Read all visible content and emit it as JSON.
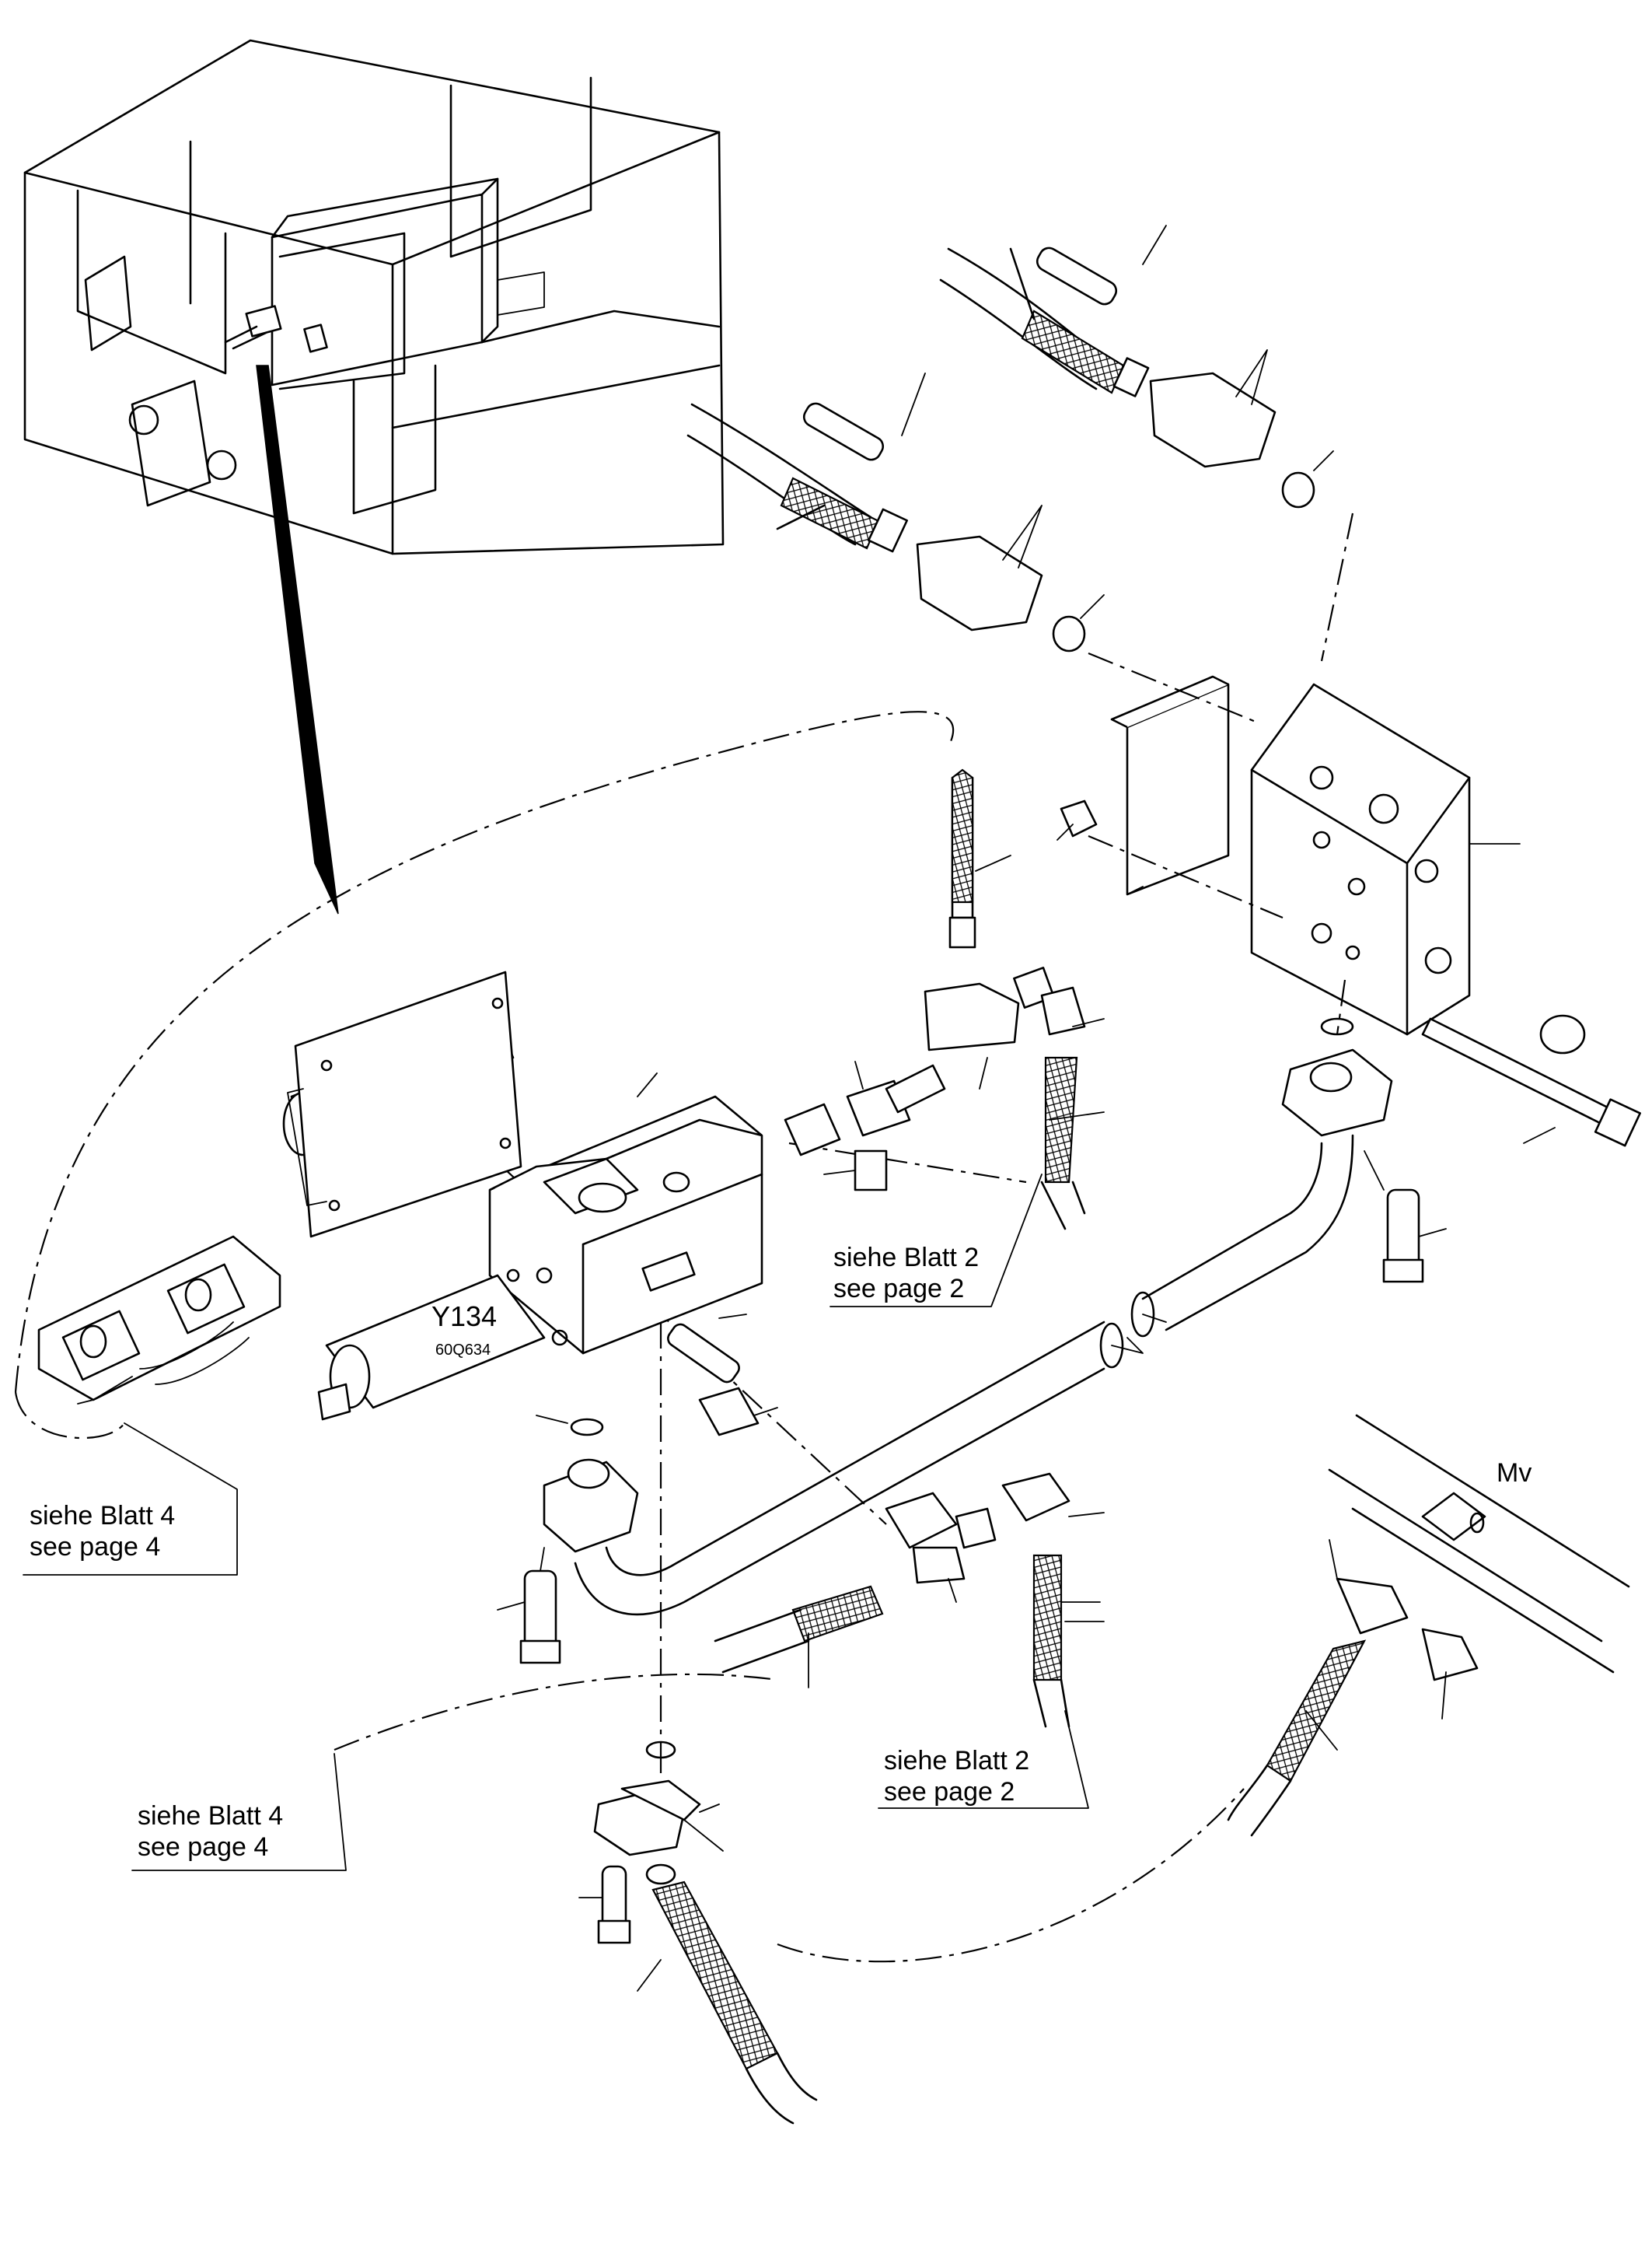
{
  "labels": {
    "valve_id": "Y134",
    "valve_part": "60Q634",
    "frame_mark": "Mv"
  },
  "references": [
    {
      "line1": "siehe Blatt 2",
      "line2": "see page 2"
    },
    {
      "line1": "siehe Blatt 4",
      "line2": "see page 4"
    },
    {
      "line1": "siehe Blatt 2",
      "line2": "see page 2"
    },
    {
      "line1": "siehe Blatt 4",
      "line2": "see page 4"
    }
  ]
}
